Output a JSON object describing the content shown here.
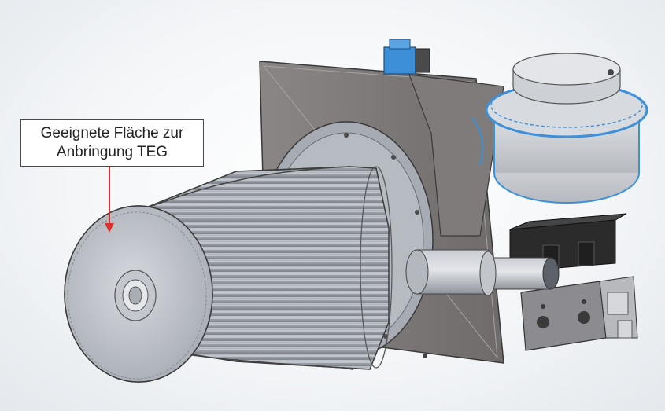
{
  "annotation": {
    "line1": "Geeignete Fläche zur",
    "line2": "Anbringung TEG",
    "arrow_color": "#d9302c"
  },
  "icons": [
    "burner-assembly-model",
    "blower-fan",
    "electrical-connector",
    "cable-gland",
    "annotation-arrow"
  ],
  "colors": {
    "metal": "#9aa0aa",
    "blue_highlight": "#3d8fd8",
    "background": "#f4f6f8"
  }
}
